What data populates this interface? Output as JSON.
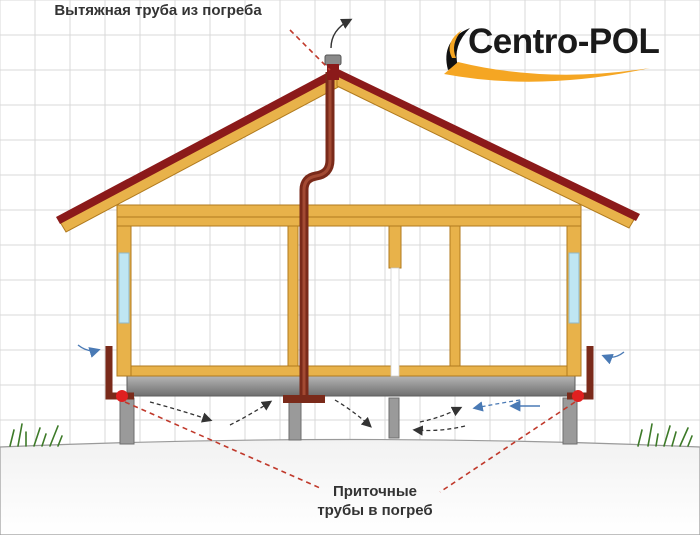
{
  "labels": {
    "exhaust": "Вытяжная труба из погреба",
    "supply_line1": "Приточные",
    "supply_line2": "трубы в погреб"
  },
  "logo": {
    "text": "Centro-POL",
    "swoosh_color": "#f5a623",
    "ring_color": "#111111"
  },
  "colors": {
    "grid": "#d9d9d9",
    "timber": "#e8b24a",
    "timber_edge": "#b07a1e",
    "roof": "#8b1a1a",
    "pipe": "#7a2a1a",
    "window": "#bfe6f2",
    "floor": "#8a8a8a",
    "pointer": "#c0392b",
    "grass": "#3d7a28"
  }
}
